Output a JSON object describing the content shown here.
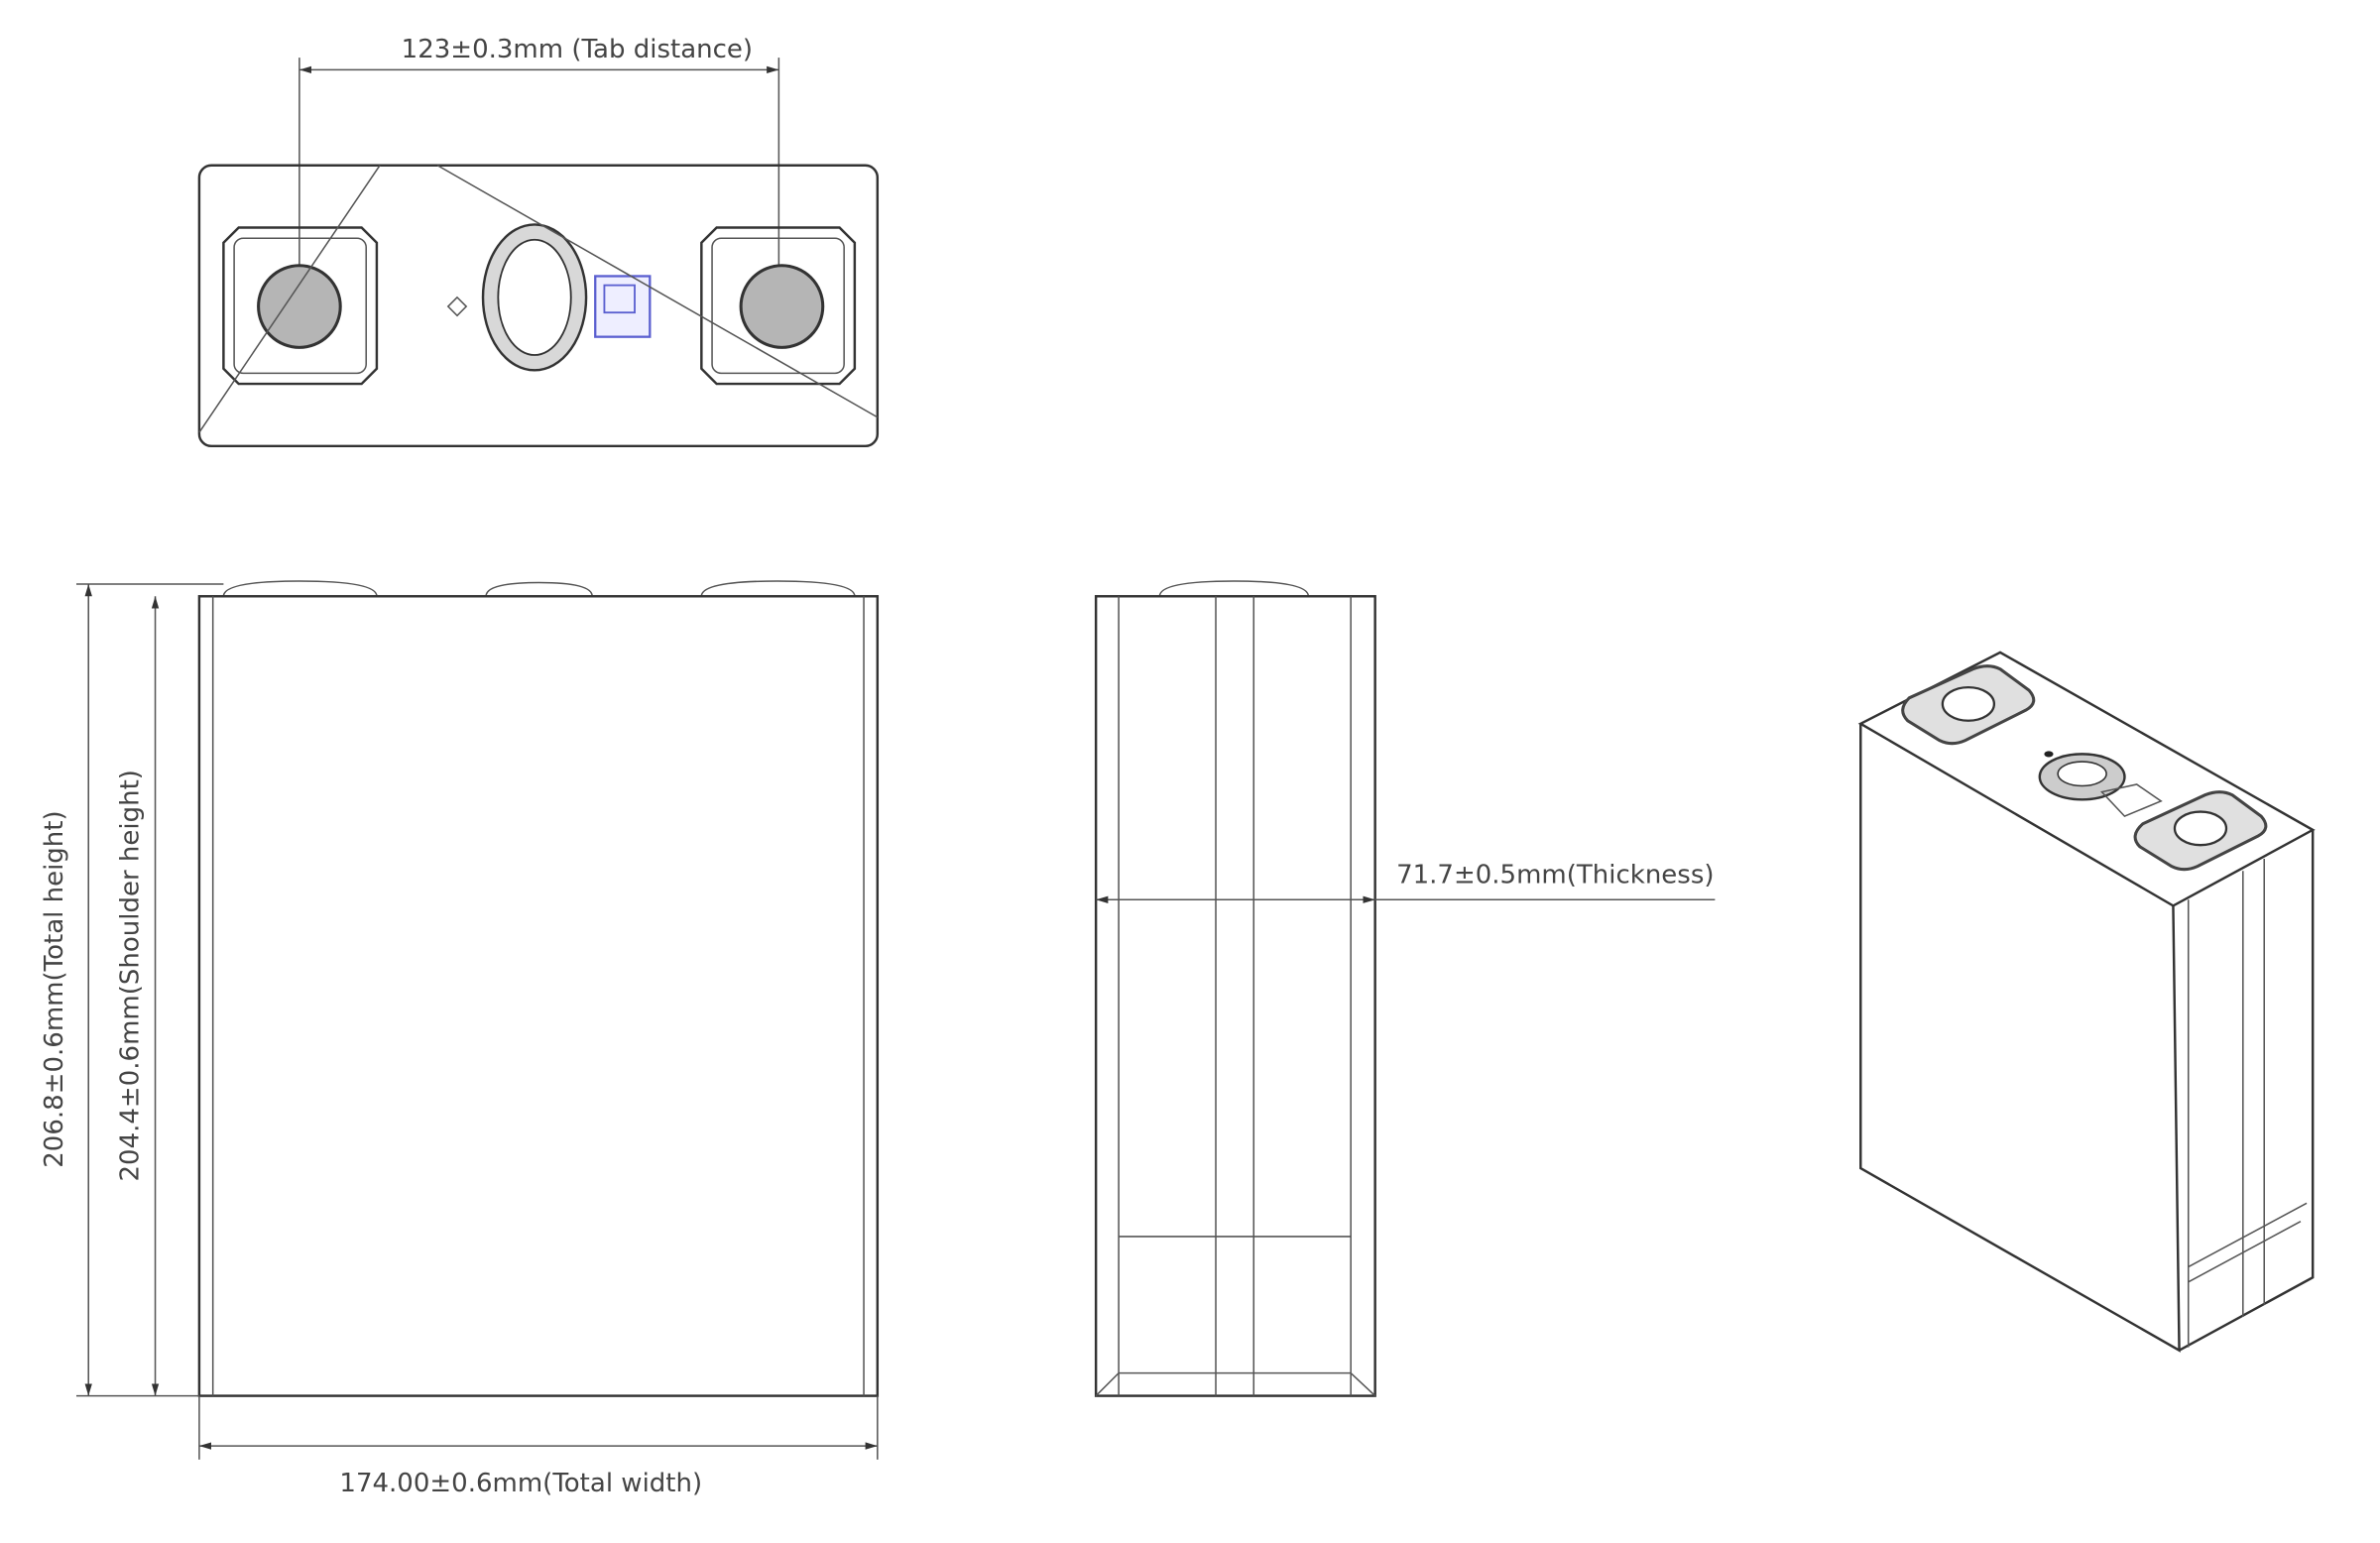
{
  "drawing": {
    "top_view": {
      "tab_distance_label": "123±0.3mm (Tab distance)"
    },
    "front_view": {
      "total_height_label": "206.8±0.6mm(Total height)",
      "shoulder_height_label": "204.4±0.6mm(Shoulder height)",
      "total_width_label": "174.00±0.6mm(Total width)"
    },
    "side_view": {
      "thickness_label": "71.7±0.5mm(Thickness)"
    },
    "colors": {
      "line": "#333333",
      "terminal_fill": "#b5b5b5",
      "qr_accent": "#5a5fd0"
    }
  }
}
